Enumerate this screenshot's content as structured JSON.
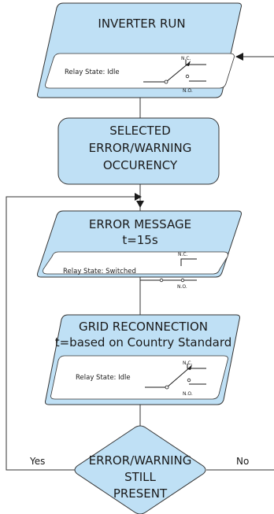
{
  "step1": {
    "title": "INVERTER RUN",
    "relay_label": "Relay State: Idle",
    "nc": "N.C.",
    "no": "N.O."
  },
  "step2": {
    "line1": "SELECTED",
    "line2": "ERROR/WARNING",
    "line3": "OCCURENCY"
  },
  "step3": {
    "line1": "ERROR MESSAGE",
    "line2": "t=15s",
    "relay_label": "Relay State: Switched",
    "nc": "N.C.",
    "no": "N.O."
  },
  "step4": {
    "line1": "GRID RECONNECTION",
    "line2": "t=based on Country Standard",
    "relay_label": "Relay State: Idle",
    "nc": "N.C.",
    "no": "N.O."
  },
  "decision": {
    "line1": "ERROR/WARNING",
    "line2": "STILL",
    "line3": "PRESENT",
    "yes_label": "Yes",
    "no_label": "No"
  }
}
